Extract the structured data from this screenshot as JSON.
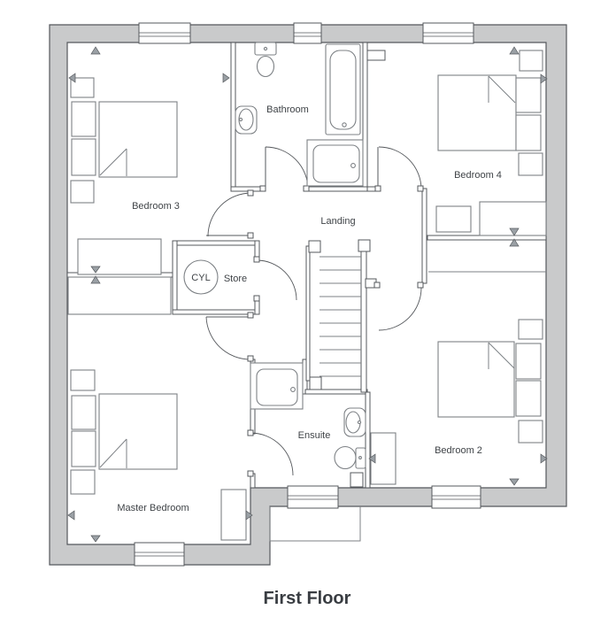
{
  "title": "First Floor",
  "labels": {
    "bathroom": "Bathroom",
    "landing": "Landing",
    "bedroom3": "Bedroom 3",
    "bedroom4": "Bedroom 4",
    "store": "Store",
    "cylinder": "CYL",
    "master_bedroom": "Master Bedroom",
    "ensuite": "Ensuite",
    "bedroom2": "Bedroom 2"
  },
  "colors": {
    "wall_fill": "#c9cacb",
    "wall_line": "#55585c",
    "furniture_line": "#7d8185",
    "label_text": "#3f4347",
    "marker_fill": "#9aa0a5",
    "background": "#ffffff"
  }
}
